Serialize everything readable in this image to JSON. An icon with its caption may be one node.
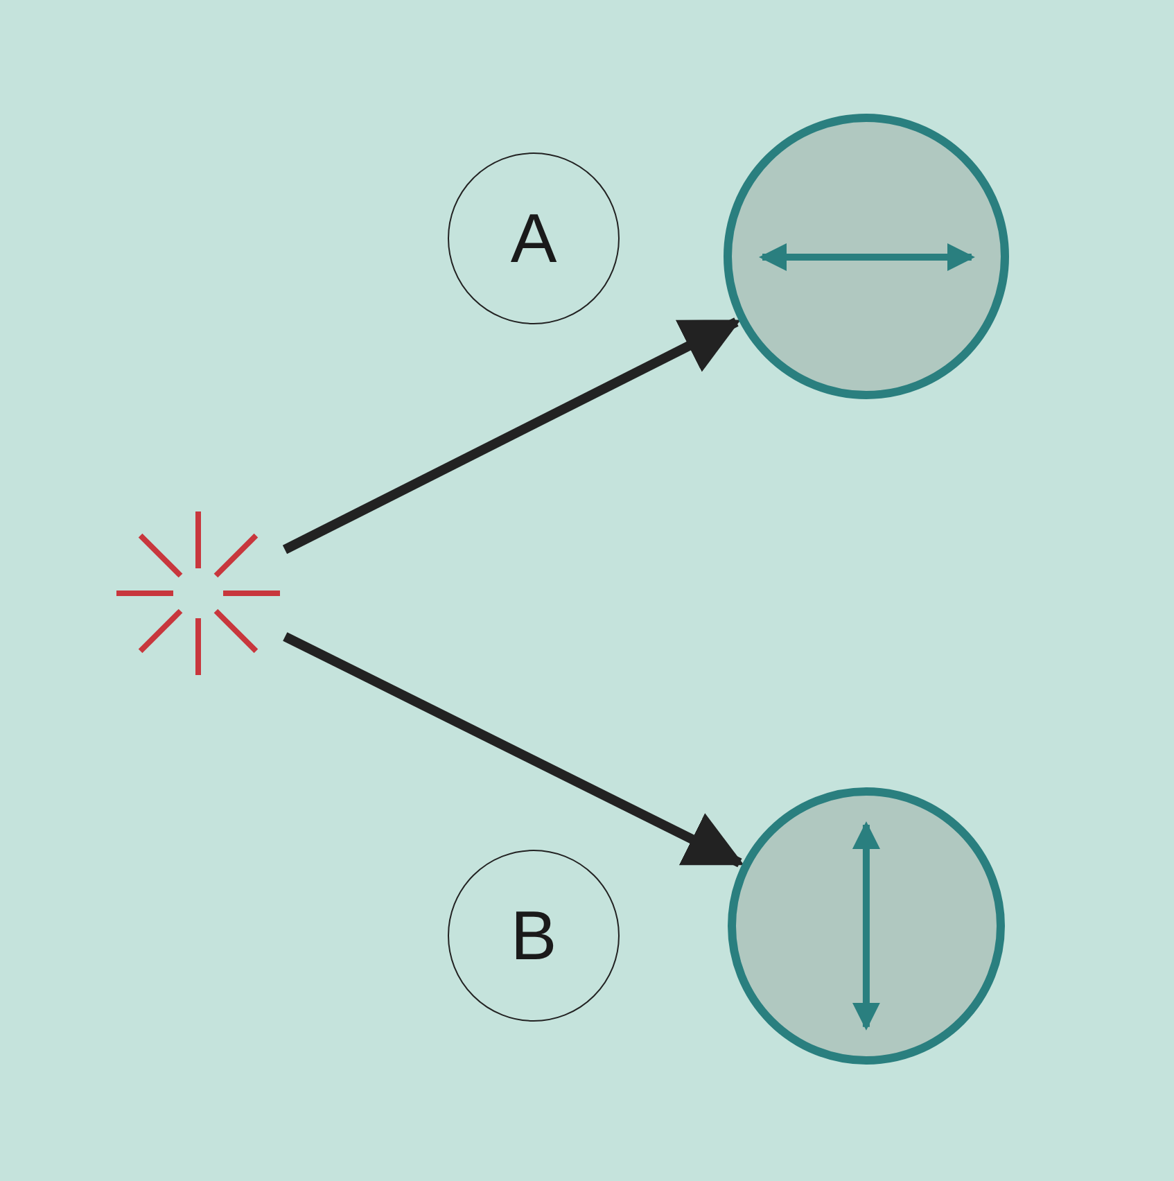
{
  "diagram": {
    "nodes": [
      {
        "text": [
          "A"
        ]
      },
      {
        "text": [],
        "shape": "circle"
      },
      {
        "text": [],
        "shape": "picture"
      },
      {
        "text": [
          "B"
        ]
      },
      {
        "text": [],
        "shape": "circle"
      }
    ],
    "edges": [
      {
        "from": 2,
        "to": 1,
        "arrow": "to"
      },
      {
        "from": 2,
        "to": 4,
        "arrow": "to"
      }
    ]
  }
}
